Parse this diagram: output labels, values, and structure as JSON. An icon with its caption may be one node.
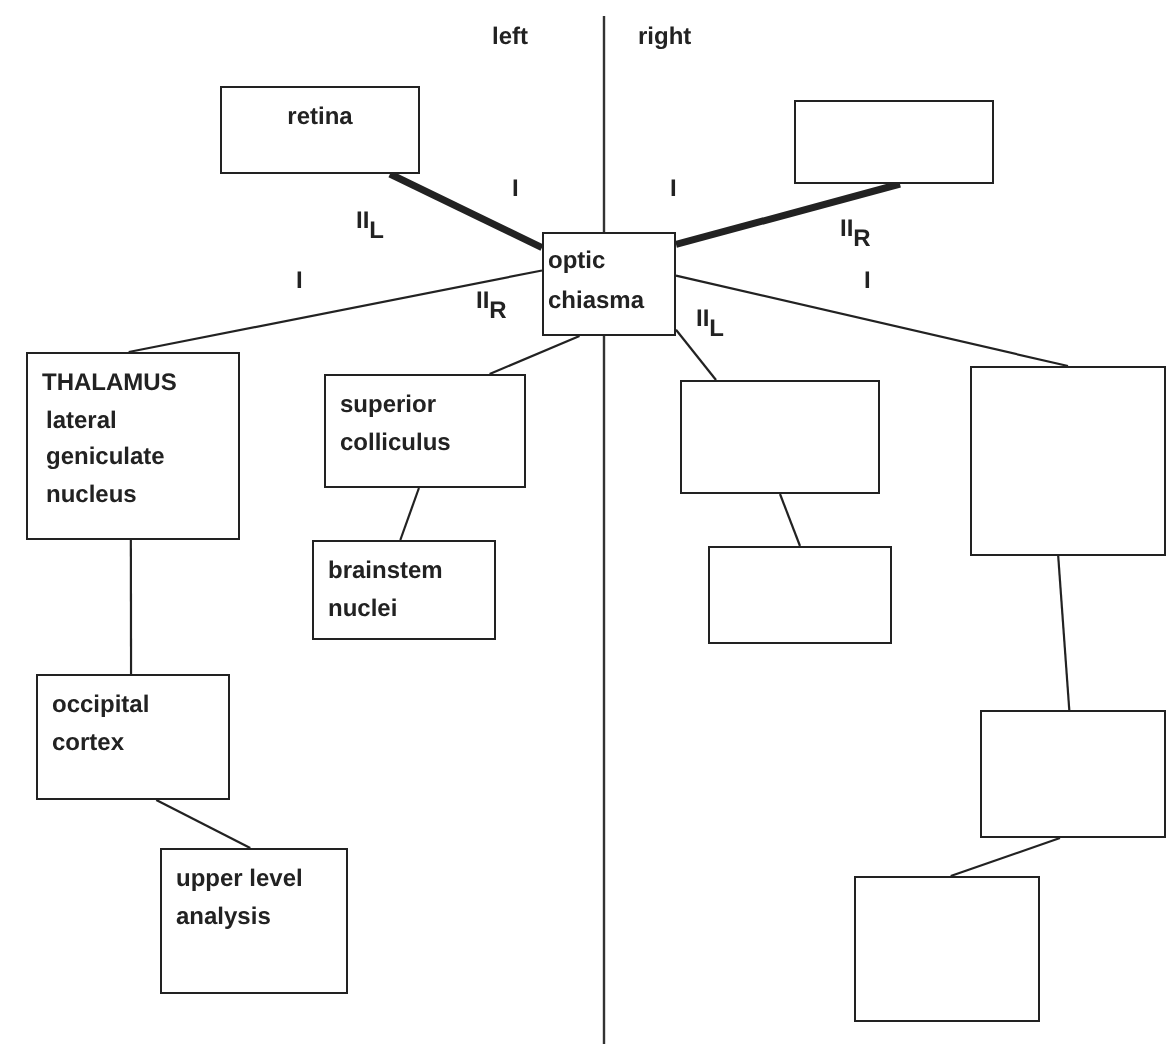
{
  "diagram": {
    "nodes": [
      {
        "text": [
          "retina"
        ]
      },
      {
        "text": [],
        "shape": "box"
      },
      {
        "text": [
          "optic chiasma"
        ]
      },
      {
        "text": [
          "THALAMUS",
          "lateral geniculate nucleus"
        ]
      },
      {
        "text": [
          "superior colliculus"
        ]
      },
      {
        "text": [
          "brainstem nuclei"
        ]
      },
      {
        "text": [
          "occipital cortex"
        ]
      },
      {
        "text": [
          "upper level analysis"
        ]
      },
      {
        "text": [],
        "shape": "box"
      },
      {
        "text": [],
        "shape": "box"
      },
      {
        "text": [],
        "shape": "box"
      },
      {
        "text": [],
        "shape": "box"
      },
      {
        "text": [],
        "shape": "box"
      }
    ],
    "edges": [
      {
        "from": 0,
        "to": 2,
        "arrow": "none",
        "style": "thick"
      },
      {
        "from": 1,
        "to": 2,
        "arrow": "none",
        "style": "thick"
      },
      {
        "from": 2,
        "to": 3,
        "arrow": "none"
      },
      {
        "from": 2,
        "to": 4,
        "arrow": "none"
      },
      {
        "from": 4,
        "to": 5,
        "arrow": "none"
      },
      {
        "from": 3,
        "to": 6,
        "arrow": "none"
      },
      {
        "from": 6,
        "to": 7,
        "arrow": "none"
      },
      {
        "from": 2,
        "to": 8,
        "arrow": "none"
      },
      {
        "from": 8,
        "to": 9,
        "arrow": "none"
      },
      {
        "from": 2,
        "to": 10,
        "arrow": "none"
      },
      {
        "from": 10,
        "to": 11,
        "arrow": "none"
      },
      {
        "from": 11,
        "to": 12,
        "arrow": "none"
      }
    ],
    "labels": [
      "left",
      "right",
      "I",
      "I",
      "II$_{L}$",
      "II$_{R}$",
      "I",
      "I",
      "II$_{R}$",
      "II$_{L}$"
    ]
  }
}
